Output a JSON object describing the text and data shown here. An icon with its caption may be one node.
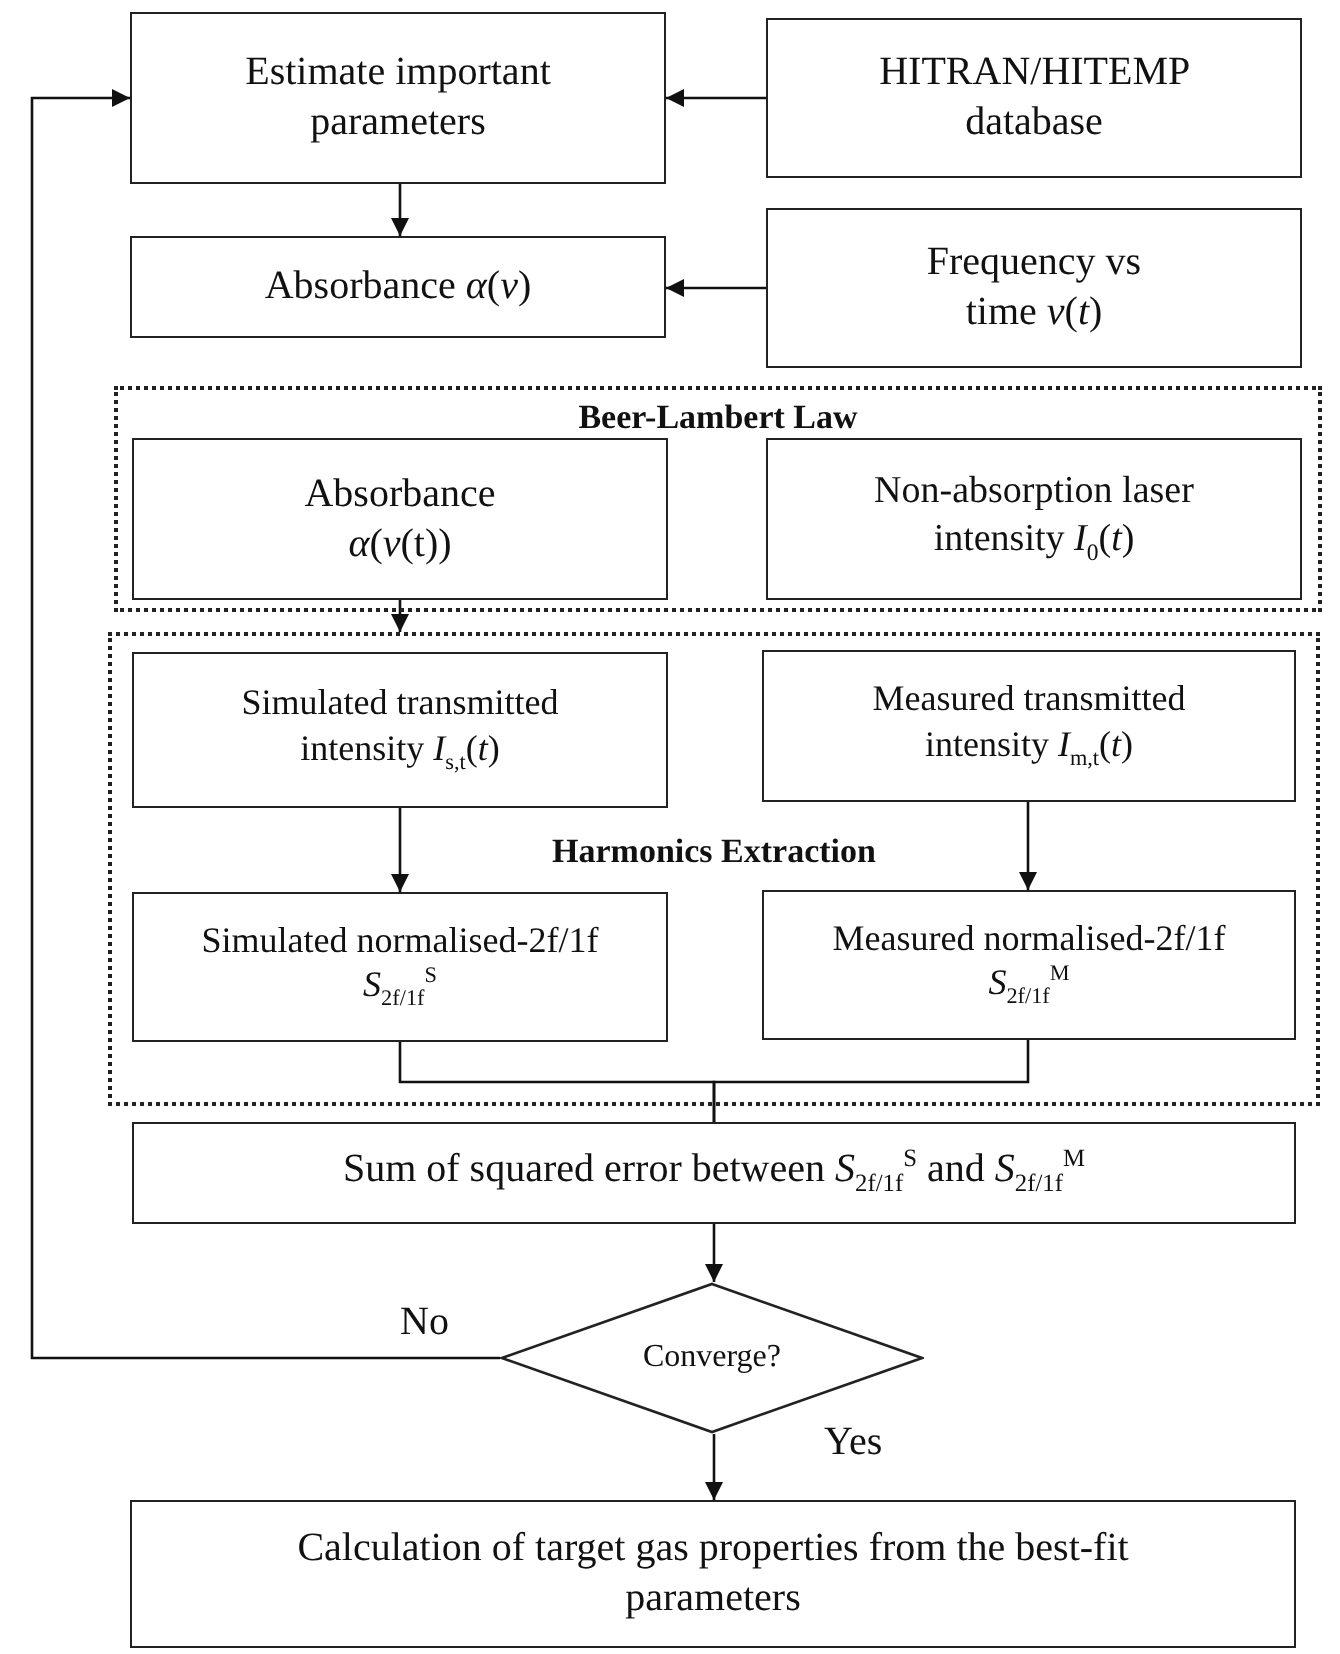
{
  "diagram": {
    "nodes": [
      {
        "text": [
          "Estimate important parameters"
        ]
      },
      {
        "text": [
          "HITRAN/HITEMP database"
        ]
      },
      {
        "text": [
          "Absorbance *α*(*v*)"
        ]
      },
      {
        "text": [
          "Frequency vs time *v*(*t*)"
        ]
      },
      {
        "text": [
          "Beer-Lambert Law"
        ]
      },
      {
        "text": [
          "Absorbance *α*(*v*(t))"
        ],
        "in": 4
      },
      {
        "text": [
          "Non-absorption laser intensity *I*$_{0}$(*t*)"
        ],
        "in": 4
      },
      {
        "text": [
          "Harmonics Extraction"
        ]
      },
      {
        "text": [
          "Simulated transmitted intensity *I*$_{s,t}$(*t*)"
        ],
        "in": 7
      },
      {
        "text": [
          "Measured transmitted intensity *I*$_{m,t}$(*t*)"
        ],
        "in": 7
      },
      {
        "text": [
          "Simulated normalised-2f/1f *S*$_{2f/1f}$$^{S}$"
        ],
        "in": 7
      },
      {
        "text": [
          "Measured normalised-2f/1f *S*$_{2f/1f}$$^{M}$"
        ],
        "in": 7
      },
      {
        "text": [
          "Sum of squared error between *S*$_{2f/1f}$$^{S}$ and *S*$_{2f/1f}$$^{M}$"
        ]
      },
      {
        "text": [
          "Converge?"
        ]
      },
      {
        "text": [
          "Calculation of target gas properties from the best-fit parameters"
        ]
      }
    ],
    "edges": [
      {
        "from": 1,
        "to": 0,
        "arrow": "to"
      },
      {
        "from": 0,
        "to": 2,
        "arrow": "to"
      },
      {
        "from": 3,
        "to": 2,
        "arrow": "to"
      },
      {
        "from": 5,
        "to": 7,
        "arrow": "to"
      },
      {
        "from": 8,
        "to": 10,
        "arrow": "to"
      },
      {
        "from": 9,
        "to": 11,
        "arrow": "to"
      },
      {
        "from": 10,
        "to": 12,
        "arrow": "none"
      },
      {
        "from": 11,
        "to": 12,
        "arrow": "none"
      },
      {
        "from": 12,
        "to": 13,
        "arrow": "to"
      },
      {
        "from": 13,
        "to": 0,
        "arrow": "to",
        "label": "No"
      },
      {
        "from": 13,
        "to": 14,
        "arrow": "to",
        "label": "Yes"
      }
    ]
  }
}
